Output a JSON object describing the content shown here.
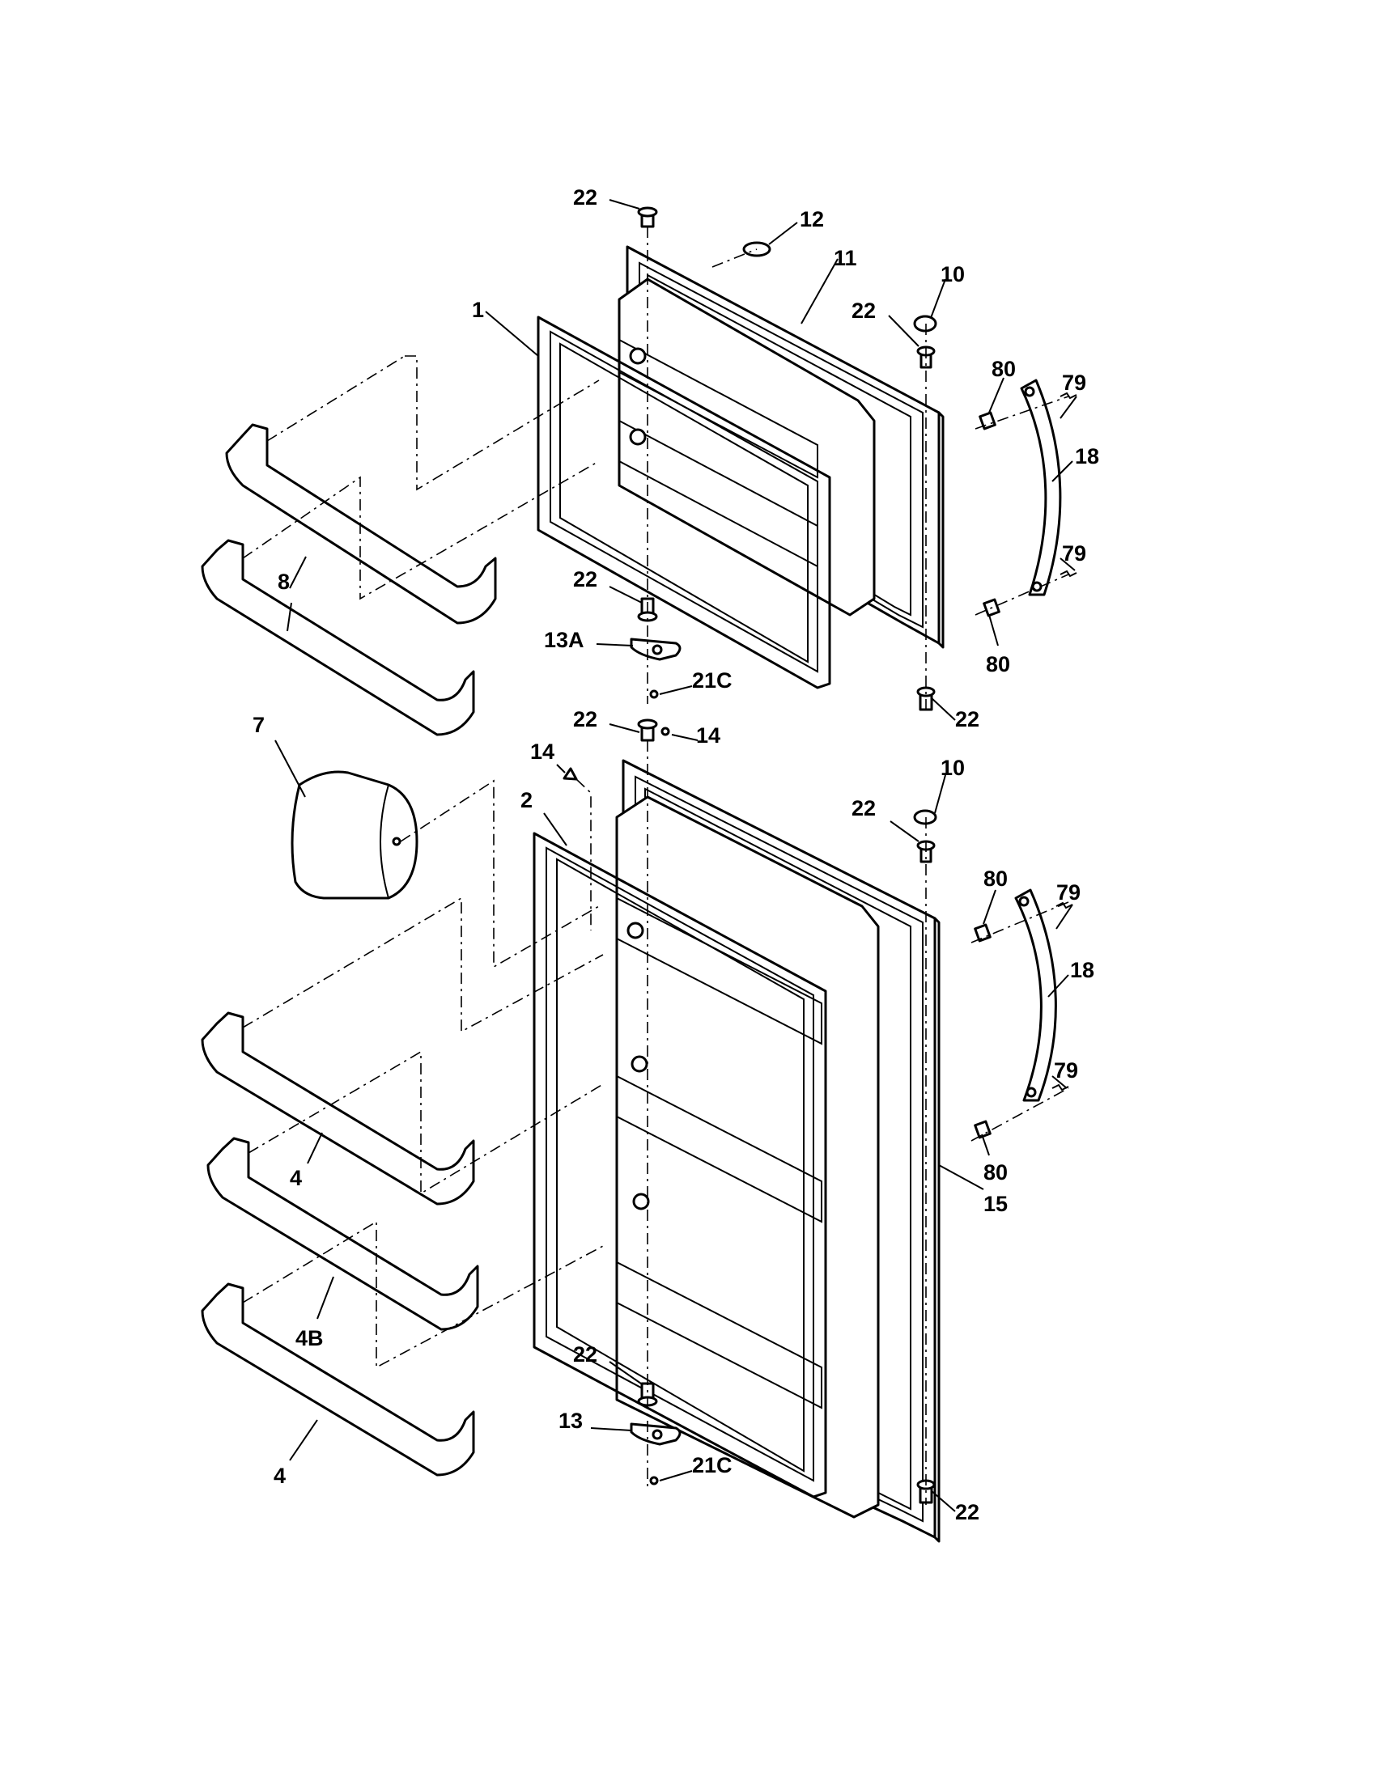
{
  "diagram": {
    "callouts": {
      "c22a": "22",
      "c12": "12",
      "c11": "11",
      "c10a": "10",
      "c22b": "22",
      "c1": "1",
      "c80a": "80",
      "c79a": "79",
      "c18a": "18",
      "c79b": "79",
      "c8": "8",
      "c22c": "22",
      "c80b": "80",
      "c13a": "13A",
      "c21ca": "21C",
      "c22d": "22",
      "c22e": "22",
      "c14a": "14",
      "c7": "7",
      "c14b": "14",
      "c10b": "10",
      "c2": "2",
      "c22f": "22",
      "c80c": "80",
      "c79c": "79",
      "c18b": "18",
      "c79d": "79",
      "c4a": "4",
      "c80d": "80",
      "c15": "15",
      "c4b": "4B",
      "c22g": "22",
      "c13": "13",
      "c21cb": "21C",
      "c4c": "4",
      "c22h": "22"
    }
  }
}
